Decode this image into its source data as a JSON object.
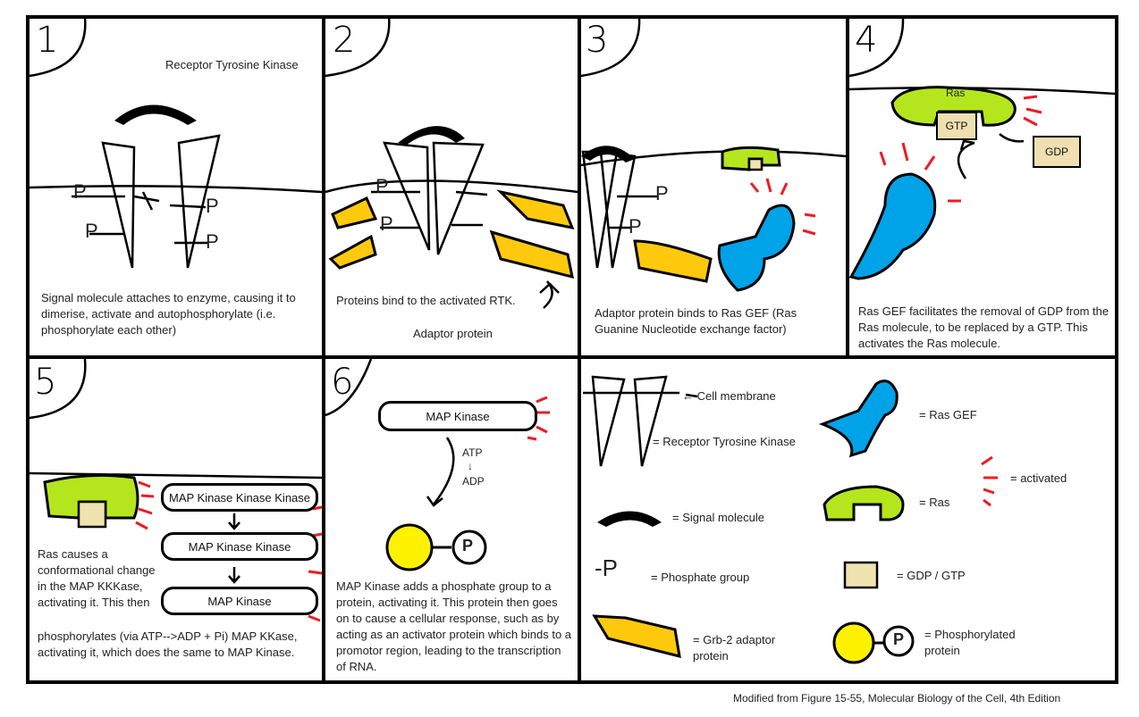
{
  "colors": {
    "ras": "#b5e61d",
    "ras_gef": "#00a2e8",
    "adaptor": "#ffc90e",
    "phosphorylated": "#fff200",
    "gdp_gtp": "#efe4b0",
    "activated": "#ed1c24"
  },
  "panels": [
    {
      "number": "1",
      "label": "Receptor Tyrosine Kinase",
      "caption": "Signal molecule attaches to enzyme, causing it to dimerise, activate and autophosphorylate (i.e. phosphorylate each other)"
    },
    {
      "number": "2",
      "caption": "Proteins bind to the activated RTK.",
      "label": "Adaptor protein"
    },
    {
      "number": "3",
      "caption": "Adaptor protein binds to Ras GEF (Ras Guanine  Nucleotide  exchange factor)"
    },
    {
      "number": "4",
      "ras": "Ras",
      "gtp": "GTP",
      "gdp": "GDP",
      "caption": "Ras GEF facilitates the removal of GDP from the Ras molecule, to be replaced by a GTP. This activates the Ras molecule."
    },
    {
      "number": "5",
      "cascade": [
        "MAP Kinase Kinase Kinase",
        "MAP Kinase Kinase",
        "MAP Kinase"
      ],
      "caption_a": "Ras causes a conformational change in the MAP KKKase, activating it. This then",
      "caption_b": "phosphorylates (via ATP-->ADP + Pi) MAP KKase, activating it, which does the same to MAP Kinase."
    },
    {
      "number": "6",
      "kinase": "MAP Kinase",
      "atp": "ATP",
      "adp": "ADP",
      "p": "P",
      "caption": "MAP Kinase adds a phosphate group to a protein, activating it. This protein then goes on to cause a cellular response, such as by acting as an activator protein which binds to a promotor region, leading to the transcription of RNA."
    }
  ],
  "phosphate_letter": "P",
  "legend": {
    "cell_membrane": "Cell membrane",
    "rtk": "= Receptor Tyrosine Kinase",
    "signal": "= Signal molecule",
    "phosphate": "=  Phosphate group",
    "adaptor": "= Grb-2 adaptor protein",
    "ras_gef": "= Ras GEF",
    "activated": "= activated",
    "ras": "= Ras",
    "gdp_gtp": "= GDP / GTP",
    "phosphorylated": "= Phosphorylated protein"
  },
  "credit": "Modified from Figure 15-55, Molecular Biology of the Cell, 4th Edition"
}
